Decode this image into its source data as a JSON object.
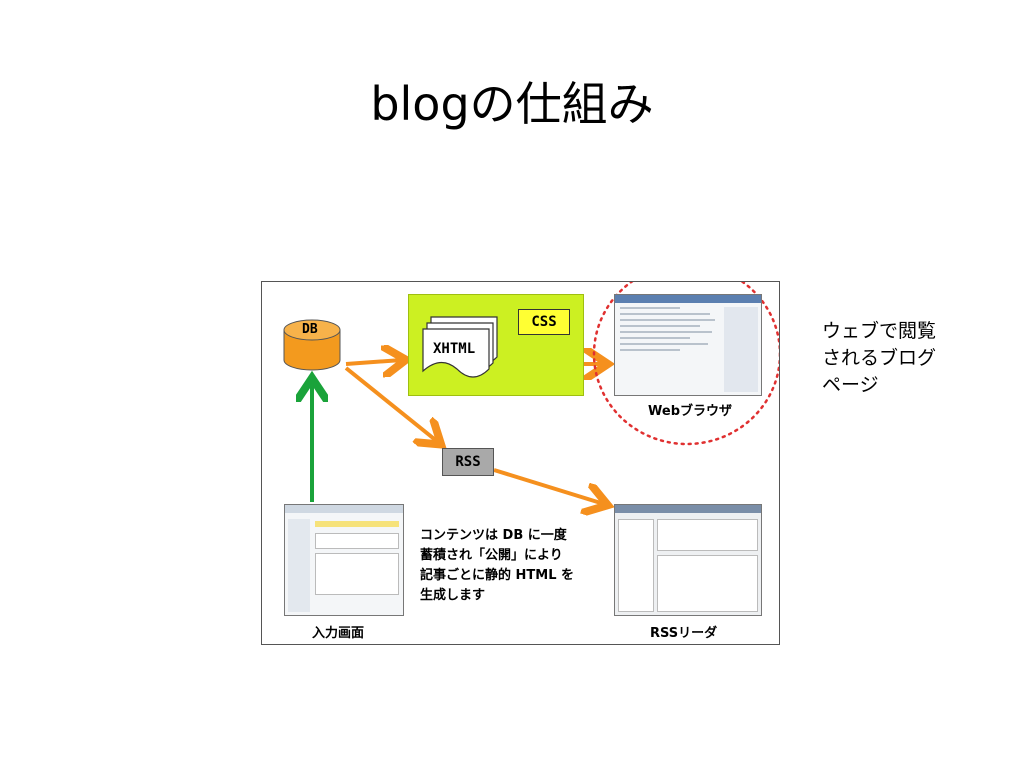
{
  "slide": {
    "title": "blogの仕組み",
    "side_note_lines": [
      "ウェブで閲覧",
      "されるブログ",
      "ページ"
    ]
  },
  "diagram": {
    "db_label": "DB",
    "xhtml_label": "XHTML",
    "css_label": "CSS",
    "rss_label": "RSS",
    "browser_caption": "Webブラウザ",
    "rss_reader_caption": "RSSリーダ",
    "input_caption": "入力画面",
    "note_lines": [
      "コンテンツは DB に一度",
      "蓄積され「公開」により",
      "記事ごとに静的 HTML を",
      "生成します"
    ]
  },
  "colors": {
    "arrow": "#f5901e",
    "input_arrow": "#1aa33a",
    "highlight_box": "#ccf022",
    "css_box": "#ffff33",
    "db": "#f39a1e",
    "dotted_circle": "#e03030"
  }
}
